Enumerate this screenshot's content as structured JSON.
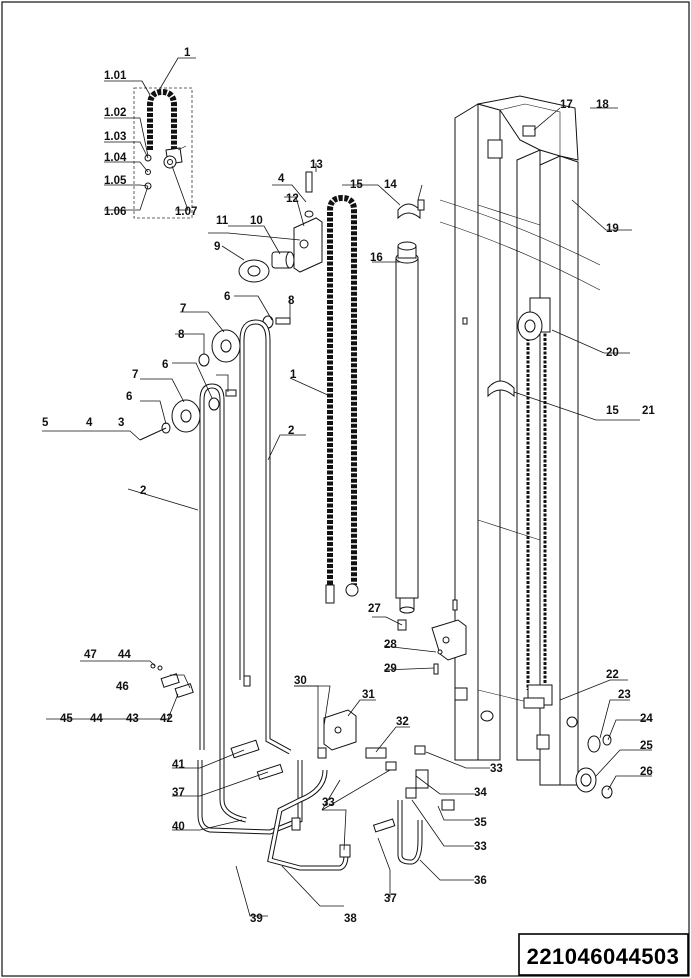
{
  "drawing": {
    "document_number": "221046044503",
    "labels": {
      "p1_top": "1",
      "p1_01": "1.01",
      "p1_02": "1.02",
      "p1_03": "1.03",
      "p1_04": "1.04",
      "p1_05": "1.05",
      "p1_06": "1.06",
      "p1_07": "1.07",
      "p1_chain": "1",
      "p2_left": "2",
      "p2_right": "2",
      "p3": "3",
      "p4_a": "4",
      "p4_b": "4",
      "p5": "5",
      "p6_a": "6",
      "p6_b": "6",
      "p6_c": "6",
      "p7_a": "7",
      "p7_b": "7",
      "p8_a": "8",
      "p8_b": "8",
      "p9": "9",
      "p10": "10",
      "p11": "11",
      "p12": "12",
      "p13": "13",
      "p14": "14",
      "p15_a": "15",
      "p15_b": "15",
      "p16": "16",
      "p17": "17",
      "p18": "18",
      "p19": "19",
      "p20": "20",
      "p21": "21",
      "p22": "22",
      "p23": "23",
      "p24": "24",
      "p25": "25",
      "p26": "26",
      "p27": "27",
      "p28": "28",
      "p29": "29",
      "p30": "30",
      "p31": "31",
      "p32": "32",
      "p33_a": "33",
      "p33_b": "33",
      "p33_c": "33",
      "p34": "34",
      "p35": "35",
      "p36": "36",
      "p37_a": "37",
      "p37_b": "37",
      "p38": "38",
      "p39": "39",
      "p40": "40",
      "p41": "41",
      "p42": "42",
      "p43": "43",
      "p44_a": "44",
      "p44_b": "44",
      "p45": "45",
      "p46": "46",
      "p47": "47"
    }
  }
}
